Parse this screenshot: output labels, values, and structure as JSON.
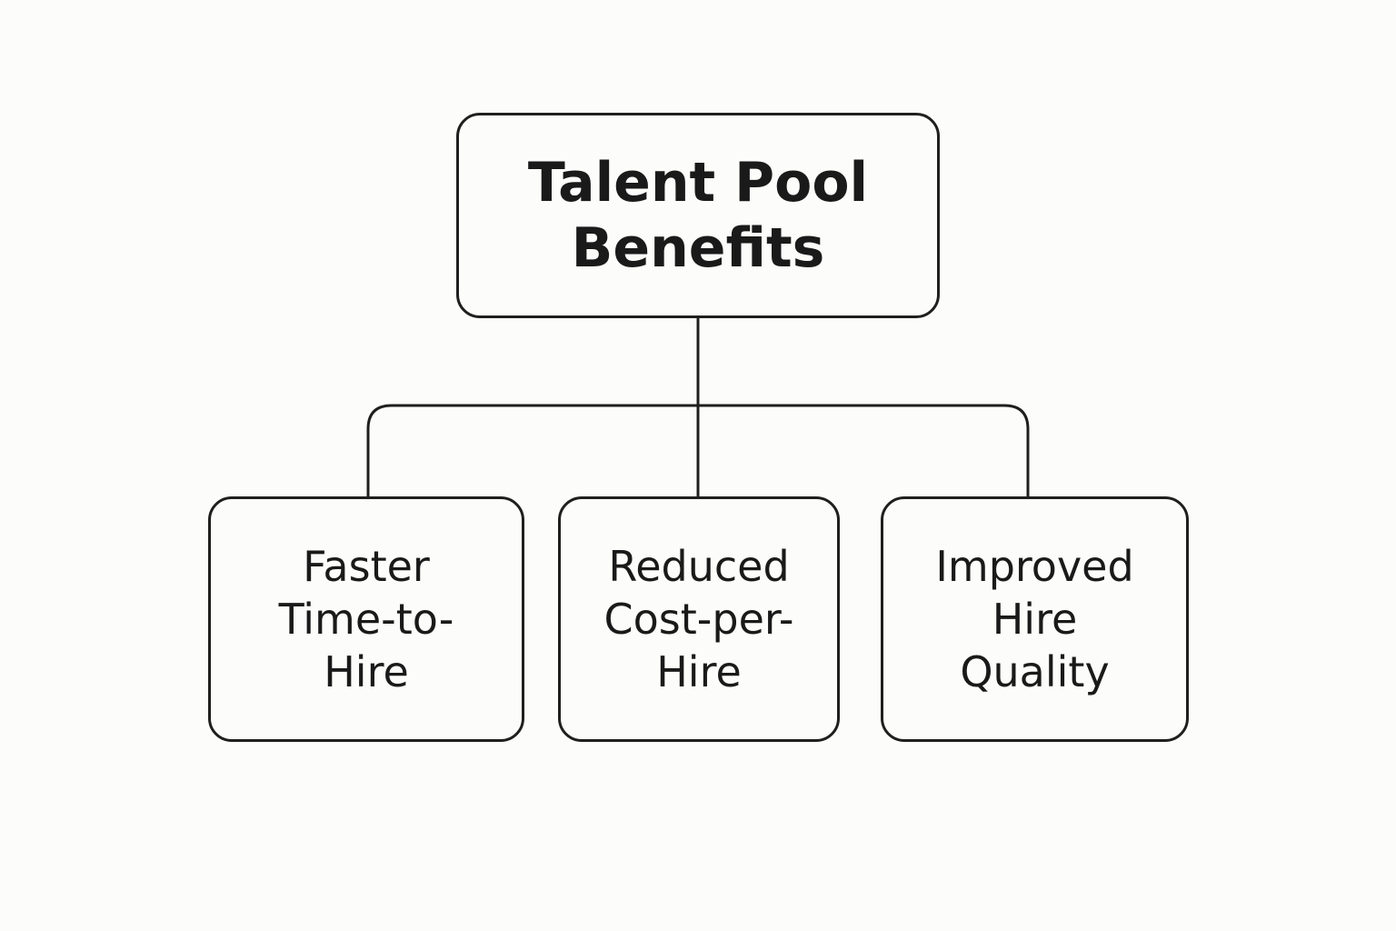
{
  "root": {
    "lines": [
      "Talent Pool",
      "Benefits"
    ]
  },
  "children": [
    {
      "lines": [
        "Faster",
        "Time-to-",
        "Hire"
      ]
    },
    {
      "lines": [
        "Reduced",
        "Cost-per-",
        "Hire"
      ]
    },
    {
      "lines": [
        "Improved",
        "Hire",
        "Quality"
      ]
    }
  ]
}
